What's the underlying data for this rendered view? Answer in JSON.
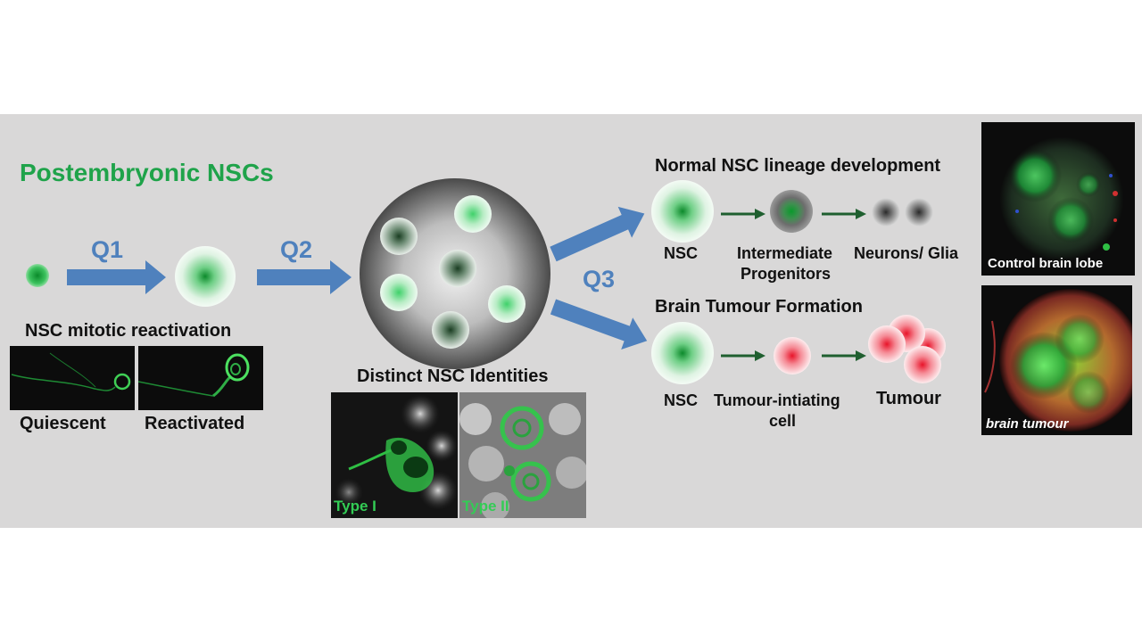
{
  "title": "Postembryonic NSCs",
  "questions": {
    "q1": "Q1",
    "q2": "Q2",
    "q3": "Q3"
  },
  "reactivation": {
    "heading": "NSC mitotic reactivation",
    "quiescent": "Quiescent",
    "reactivated": "Reactivated"
  },
  "identities": {
    "heading": "Distinct NSC Identities",
    "type1": "Type I",
    "type2": "Type II"
  },
  "normal": {
    "heading": "Normal NSC lineage development",
    "nsc": "NSC",
    "intermediate_line1": "Intermediate",
    "intermediate_line2": "Progenitors",
    "neurons": "Neurons/ Glia"
  },
  "tumour": {
    "heading": "Brain Tumour Formation",
    "nsc": "NSC",
    "initiating_line1": "Tumour-intiating",
    "initiating_line2": "cell",
    "tumour": "Tumour"
  },
  "micrographs": {
    "control": "Control brain lobe",
    "tumour": "brain tumour"
  },
  "colors": {
    "background": "#d9d8d8",
    "title_green": "#1fa34a",
    "arrow_blue": "#4f81bd",
    "arrow_green": "#1f5f2f",
    "label_green": "#33cc55"
  }
}
